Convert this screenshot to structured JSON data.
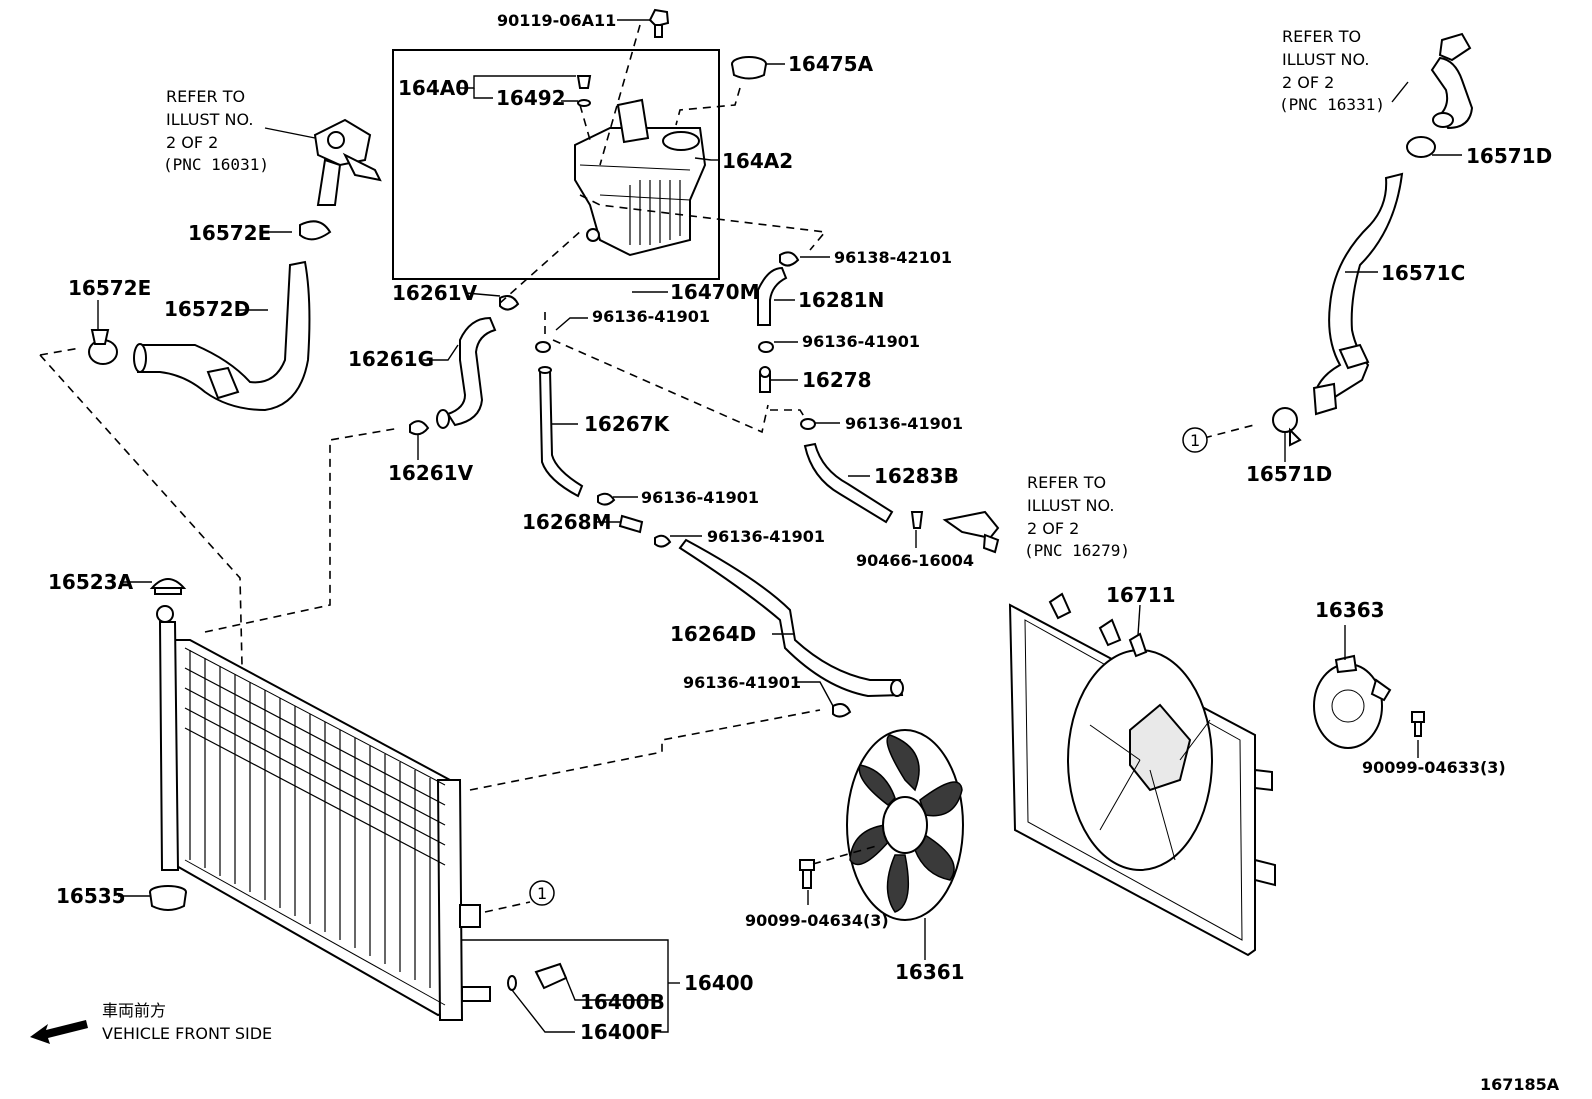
{
  "diagram_id": "167185A",
  "front_label": {
    "japanese": "車両前方",
    "english": "VEHICLE FRONT SIDE"
  },
  "refer_notes": [
    {
      "lines": [
        "REFER TO",
        "ILLUST NO.",
        "2 OF 2",
        "(PNC 16031)"
      ]
    },
    {
      "lines": [
        "REFER TO",
        "ILLUST NO.",
        "2 OF 2",
        "(PNC 16331)"
      ]
    },
    {
      "lines": [
        "REFER TO",
        "ILLUST NO.",
        "2 OF 2",
        "(PNC 16279)"
      ]
    }
  ],
  "circle_marker": "1",
  "part_labels": {
    "p_9011906a11": "90119-06A11",
    "p_16475a": "16475A",
    "p_164a0": "164A0",
    "p_16492": "16492",
    "p_164a2": "164A2",
    "p_16572e_top": "16572E",
    "p_16572e_left": "16572E",
    "p_16572d": "16572D",
    "p_16261v_top": "16261V",
    "p_16261g": "16261G",
    "p_16261v_bot": "16261V",
    "p_16470m": "16470M",
    "p_9613842101": "96138-42101",
    "p_16281n": "16281N",
    "p_9613641901_a": "96136-41901",
    "p_9613641901_b": "96136-41901",
    "p_16278": "16278",
    "p_9613641901_c": "96136-41901",
    "p_16283b": "16283B",
    "p_16267k": "16267K",
    "p_9613641901_d": "96136-41901",
    "p_16268m": "16268M",
    "p_9613641901_e": "96136-41901",
    "p_9046616004": "90466-16004",
    "p_16571d_top": "16571D",
    "p_16571c": "16571C",
    "p_16571d_bot": "16571D",
    "p_16523a": "16523A",
    "p_16264d": "16264D",
    "p_9613641901_f": "96136-41901",
    "p_16711": "16711",
    "p_16363": "16363",
    "p_9009904633": "90099-04633(3)",
    "p_16535": "16535",
    "p_9009904634": "90099-04634(3)",
    "p_16361": "16361",
    "p_16400": "16400",
    "p_16400b": "16400B",
    "p_16400f": "16400F"
  }
}
